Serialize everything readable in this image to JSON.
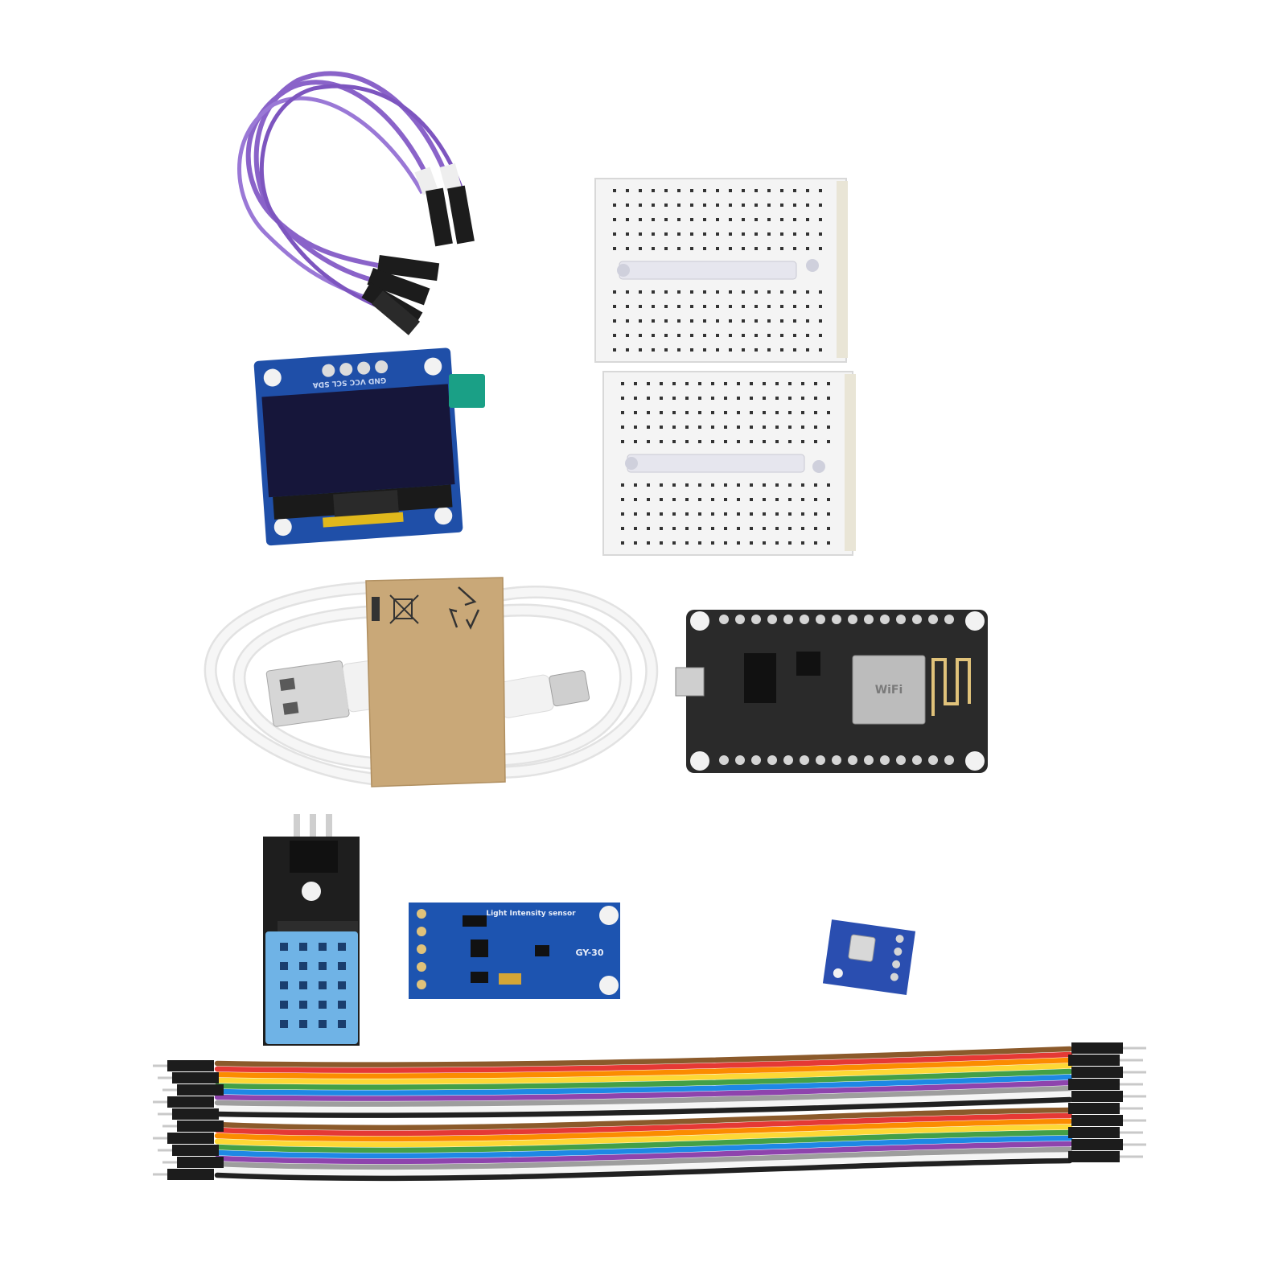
{
  "scene": {
    "background": "#ffffff",
    "items": {
      "dupont_4pin": {
        "wire_color": "#8a63c9",
        "housing_color": "#1c1c1c"
      },
      "breadboard_top": {
        "color": "#f4f4f4"
      },
      "breadboard_bottom": {
        "color": "#f4f4f4"
      },
      "oled_display": {
        "board_color": "#1f4fa8",
        "screen_color": "#16163a",
        "header_label": "GND VCC SCL SDA"
      },
      "usb_cable": {
        "cable_color": "#f3f3f3",
        "sleeve_color": "#c9a878",
        "sleeve_icons": [
          "weee-bin-icon",
          "recycle-icon"
        ]
      },
      "nodemcu_board": {
        "board_color": "#2a2a2a",
        "module_label": "WiFi"
      },
      "dht_sensor": {
        "board_color": "#1e1e1e",
        "sensor_color": "#6fb3e6"
      },
      "gy30_sensor": {
        "board_color": "#1d54b0",
        "title": "Light Intensity sensor",
        "label": "GY-30"
      },
      "bmp_sensor": {
        "board_color": "#2a4eb0"
      },
      "jumper_ribbon": {
        "colors": [
          "#8b5a2b",
          "#e53935",
          "#fb8c00",
          "#fdd835",
          "#43a047",
          "#1e88e5",
          "#8e44ad",
          "#9e9e9e",
          "#f5f5f5",
          "#212121"
        ]
      }
    }
  }
}
